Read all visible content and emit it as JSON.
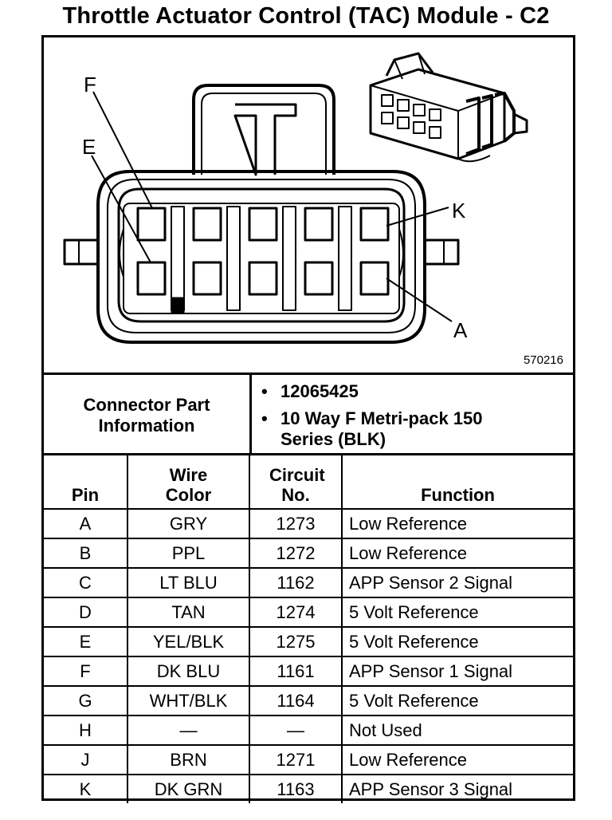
{
  "title": "Throttle Actuator Control (TAC) Module - C2",
  "diagram": {
    "pin_labels": [
      "F",
      "E",
      "K",
      "A"
    ],
    "code": "570216"
  },
  "connector_info": {
    "label": "Connector Part Information",
    "items": [
      "12065425",
      "10 Way F Metri-pack 150 Series (BLK)"
    ],
    "bullet": "•"
  },
  "table": {
    "headers": [
      "Pin",
      "Wire Color",
      "Circuit No.",
      "Function"
    ],
    "rows": [
      [
        "A",
        "GRY",
        "1273",
        "Low Reference"
      ],
      [
        "B",
        "PPL",
        "1272",
        "Low Reference"
      ],
      [
        "C",
        "LT BLU",
        "1162",
        "APP Sensor 2 Signal"
      ],
      [
        "D",
        "TAN",
        "1274",
        "5 Volt Reference"
      ],
      [
        "E",
        "YEL/BLK",
        "1275",
        "5 Volt Reference"
      ],
      [
        "F",
        "DK BLU",
        "1161",
        "APP Sensor 1 Signal"
      ],
      [
        "G",
        "WHT/BLK",
        "1164",
        "5 Volt Reference"
      ],
      [
        "H",
        "—",
        "—",
        "Not Used"
      ],
      [
        "J",
        "BRN",
        "1271",
        "Low Reference"
      ],
      [
        "K",
        "DK GRN",
        "1163",
        "APP Sensor 3 Signal"
      ]
    ]
  }
}
